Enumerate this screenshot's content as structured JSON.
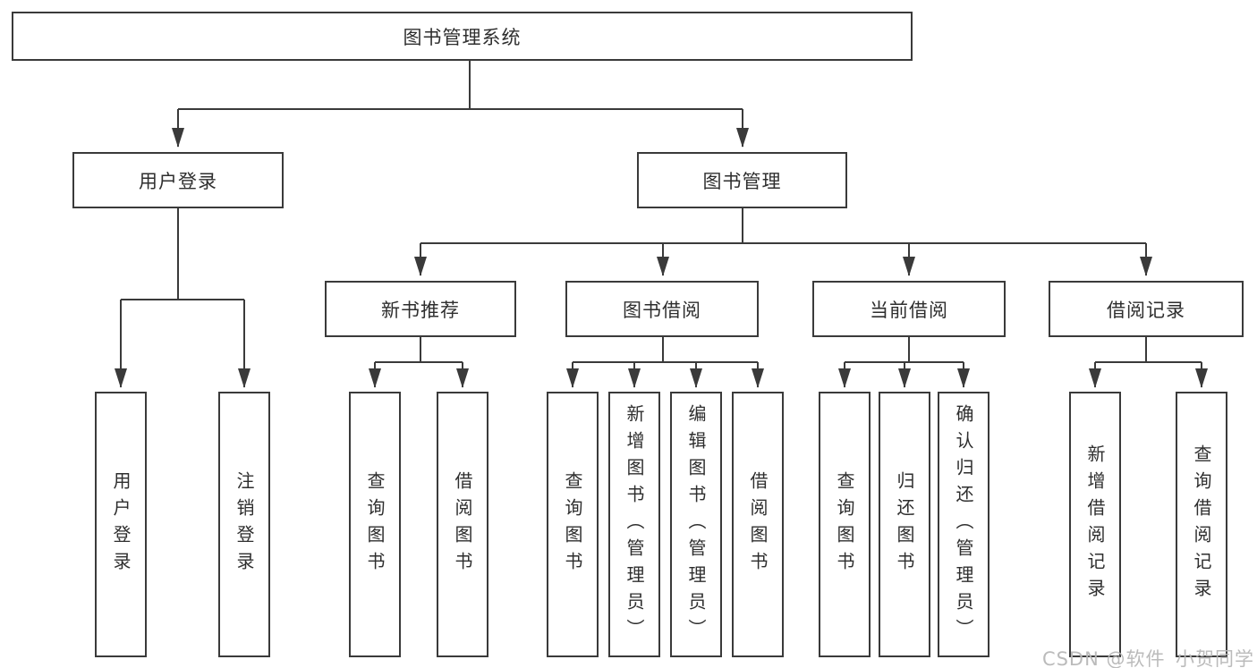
{
  "diagram": {
    "root": "图书管理系统",
    "user_login": {
      "label": "用户登录",
      "children": [
        "用户登录",
        "注销登录"
      ]
    },
    "book_mgmt": {
      "label": "图书管理",
      "sections": {
        "new_books": {
          "label": "新书推荐",
          "children": [
            "查询图书",
            "借阅图书"
          ]
        },
        "book_borrow": {
          "label": "图书借阅",
          "children": [
            "查询图书",
            "新增图书（管理员）",
            "编辑图书（管理员）",
            "借阅图书"
          ]
        },
        "current_borrow": {
          "label": "当前借阅",
          "children": [
            "查询图书",
            "归还图书",
            "确认归还（管理员）"
          ]
        },
        "borrow_records": {
          "label": "借阅记录",
          "children": [
            "新增借阅记录",
            "查询借阅记录"
          ]
        }
      }
    },
    "watermark": "CSDN @软件_小贺同学",
    "colors": {
      "line": "#3a3a3a",
      "box_border": "#3a3a3a",
      "text": "#2e2e2e",
      "watermark": "#b7b7b7"
    }
  }
}
